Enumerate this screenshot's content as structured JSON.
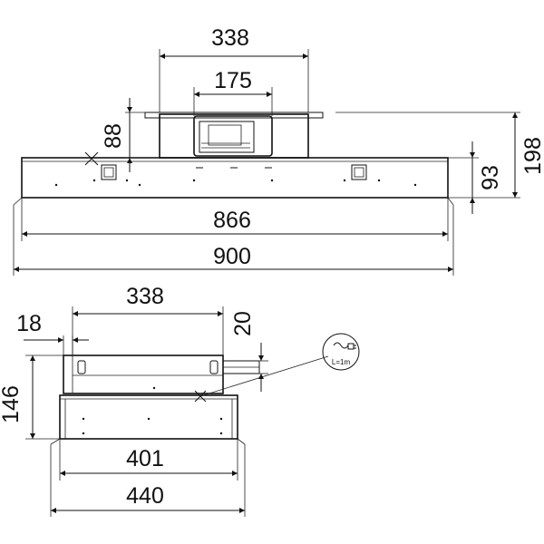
{
  "front_view": {
    "dim_top_width": "338",
    "dim_motor_width": "175",
    "dim_top_height": "88",
    "dim_body_height": "93",
    "dim_total_height": "198",
    "dim_inner_width": "866",
    "dim_total_width": "900"
  },
  "side_view": {
    "dim_offset": "18",
    "dim_top_depth": "338",
    "dim_connector_height": "20",
    "dim_height": "146",
    "dim_inner_depth": "401",
    "dim_total_depth": "440",
    "cable_label": "L=1m",
    "cable_icon": "power-plug-icon"
  }
}
